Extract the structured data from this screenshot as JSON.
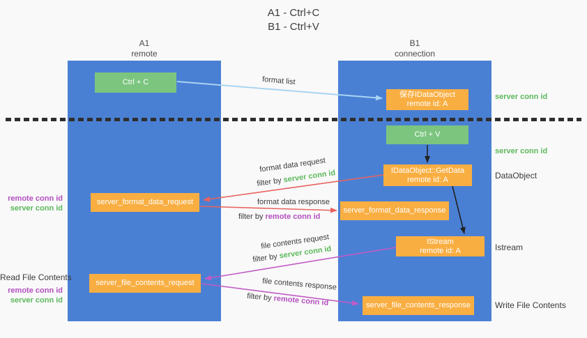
{
  "title": {
    "line1": "A1 - Ctrl+C",
    "line2": "B1 - Ctrl+V"
  },
  "lifelines": {
    "a1": {
      "name": "A1",
      "role": "remote"
    },
    "b1": {
      "name": "B1",
      "role": "connection"
    }
  },
  "nodes": {
    "ctrl_c": {
      "label": "Ctrl + C"
    },
    "ctrl_v": {
      "label": "Ctrl + V"
    },
    "save_idataobject": {
      "line1": "保存IDataObject",
      "line2": "remote id: A"
    },
    "idataobject_getdata": {
      "line1": "IDataObject::GetData",
      "line2": "remote id: A"
    },
    "istream": {
      "line1": "IStream",
      "line2": "remote id: A"
    },
    "server_format_data_request": {
      "label": "server_format_data_request"
    },
    "server_format_data_response": {
      "label": "server_format_data_response"
    },
    "server_file_contents_request": {
      "label": "server_file_contents_request"
    },
    "server_file_contents_response": {
      "label": "server_file_contents_response"
    }
  },
  "messages": {
    "format_list": "format list",
    "format_data_request": "format data request",
    "format_data_response": "format data response",
    "file_contents_request": "file contents request",
    "file_contents_response": "file contents response"
  },
  "terms": {
    "filter_by": "filter by",
    "server_conn_id": "server conn id",
    "remote_conn_id": "remote conn id"
  },
  "annotations": {
    "dataobject": "DataObject",
    "istream": "Istream",
    "write_file_contents": "Write File Contents",
    "read_file_contents": "Read File Contents"
  },
  "colors": {
    "lifeline_blue": "#4a80d4",
    "action_green": "#7cc57f",
    "node_orange": "#f9ae42",
    "arrow_blue": "#a9d3f2",
    "arrow_red": "#e8635f",
    "arrow_magenta": "#c05bc4",
    "arrow_black": "#222222",
    "text_green": "#5cb85c",
    "text_purple": "#b44fc0",
    "background": "#f9f9f9"
  }
}
